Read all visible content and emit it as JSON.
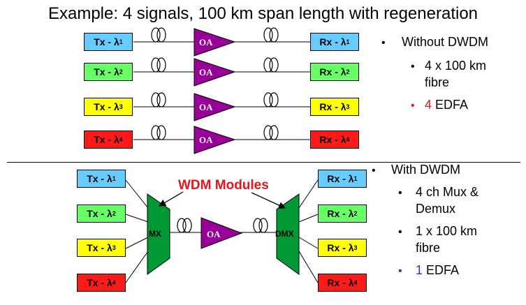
{
  "title": "Example: 4 signals, 100 km span length with regeneration",
  "amp_label": "OA",
  "wdm_label": "WDM Modules",
  "mux_label": "MX",
  "demux_label": "DMX",
  "top_links": [
    {
      "tx": "Tx - λ",
      "rx": "Rx - λ",
      "n": "1",
      "color": "#66ccff"
    },
    {
      "tx": "Tx - λ",
      "rx": "Rx - λ",
      "n": "2",
      "color": "#66ff66"
    },
    {
      "tx": "Tx - λ",
      "rx": "Rx - λ",
      "n": "3",
      "color": "#ffff00"
    },
    {
      "tx": "Tx - λ",
      "rx": "Rx - λ",
      "n": "4",
      "color": "#ff1a1a"
    }
  ],
  "bottom_links": [
    {
      "tx": "Tx - λ",
      "rx": "Rx - λ",
      "n": "1",
      "color": "#66ccff"
    },
    {
      "tx": "Tx - λ",
      "rx": "Rx - λ",
      "n": "2",
      "color": "#66ff66"
    },
    {
      "tx": "Tx - λ",
      "rx": "Rx - λ",
      "n": "3",
      "color": "#ffff00"
    },
    {
      "tx": "Tx - λ",
      "rx": "Rx - λ",
      "n": "4",
      "color": "#ff1a1a"
    }
  ],
  "without": {
    "heading": "Without DWDM",
    "fibre_line1": "4 x 100 km",
    "fibre_line2": "fibre",
    "edfa_count": "4",
    "edfa_label": " EDFA"
  },
  "with": {
    "heading": "With DWDM",
    "mux_line1": "4 ch Mux &",
    "mux_line2": "Demux",
    "fibre_line1": "1 x 100 km",
    "fibre_line2": "fibre",
    "edfa_count": "1",
    "edfa_label": " EDFA"
  },
  "colors": {
    "amp": "#990099",
    "mux": "#009933",
    "wdm_text": "#e8141b",
    "edfa_red": "#e8141b",
    "edfa_blue": "#1e36d8"
  }
}
